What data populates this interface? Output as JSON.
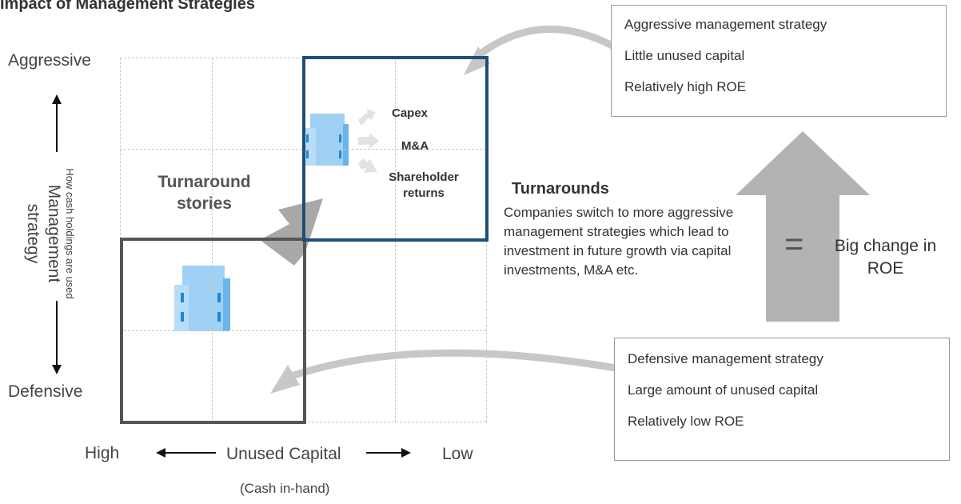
{
  "title": "Impact of Management Strategies",
  "y_axis": {
    "top": "Aggressive",
    "bottom": "Defensive",
    "label": "Management strategy",
    "sublabel": "How cash holdings are used"
  },
  "x_axis": {
    "left": "High",
    "label": "Unused Capital",
    "right": "Low",
    "sublabel": "(Cash in-hand)"
  },
  "turnaround_stories": "Turnaround stories",
  "uses": [
    "Capex",
    "M&A",
    "Shareholder returns"
  ],
  "turnarounds": {
    "title": "Turnarounds",
    "description": "Companies switch to more aggressive management strategies which lead to investment in future growth via capital investments, M&A etc."
  },
  "aggressive_box": [
    "Aggressive management strategy",
    "Little unused capital",
    "Relatively high ROE"
  ],
  "defensive_box": [
    "Defensive management strategy",
    "Large amount of unused capital",
    "Relatively low ROE"
  ],
  "roe_change": {
    "symbol": "=",
    "text": "Big change in ROE"
  },
  "colors": {
    "dark_box": "#555555",
    "blue_box": "#1f4e79",
    "building": "#9fd1f5",
    "arrow_gray": "#b3b3b3"
  }
}
